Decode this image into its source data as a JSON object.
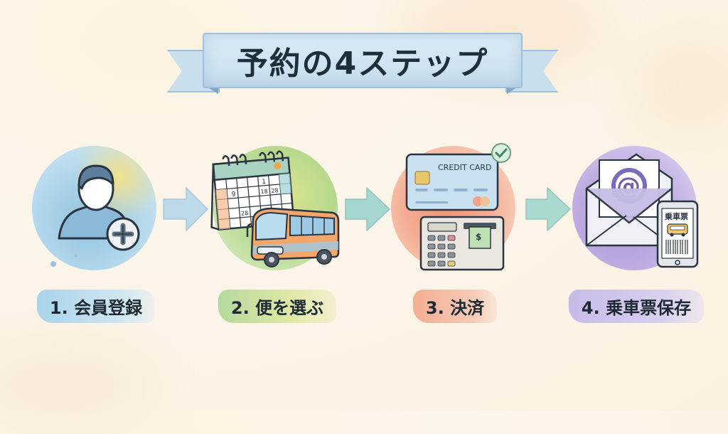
{
  "title": "予約の4ステップ",
  "steps": [
    {
      "label": "1. 会員登録",
      "icon": "user-add-icon",
      "color": "#9fcbe4",
      "accent": "#f3e08a"
    },
    {
      "label": "2. 便を選ぶ",
      "icon": "calendar-bus-icon",
      "color": "#b8d98e",
      "accent": "#e9e08a"
    },
    {
      "label": "3. 決済",
      "icon": "credit-card-payment-icon",
      "color": "#f2a98f",
      "accent": "#f7c9b0",
      "card_text": "CREDIT CARD"
    },
    {
      "label": "4. 乗車票保存",
      "icon": "email-ticket-icon",
      "color": "#b9a6dd",
      "accent": "#cdbff0",
      "ticket_text": "乗車票"
    }
  ],
  "arrows": [
    {
      "icon": "arrow-right-icon",
      "color": "#b7d6e6"
    },
    {
      "icon": "arrow-right-icon",
      "color": "#9fd3cc"
    },
    {
      "icon": "arrow-right-icon",
      "color": "#a9d8cf"
    }
  ],
  "calendar": {
    "cells": [
      "9",
      "1",
      "18",
      "28",
      "28"
    ]
  }
}
